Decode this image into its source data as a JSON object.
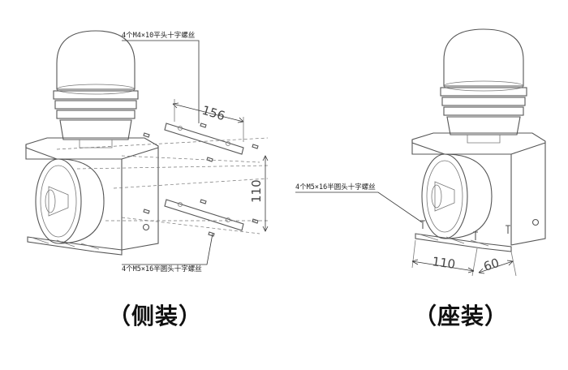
{
  "left_view": {
    "caption": "（侧装）",
    "note_top": "4个M4×10平头十字螺丝",
    "note_bottom": "4个M5×16半圆头十字螺丝",
    "dim_width": "156",
    "dim_height": "110"
  },
  "right_view": {
    "caption": "（座装）",
    "note_screw": "4个M5×16半圆头十字螺丝",
    "dim_depth": "110",
    "dim_width": "60"
  }
}
